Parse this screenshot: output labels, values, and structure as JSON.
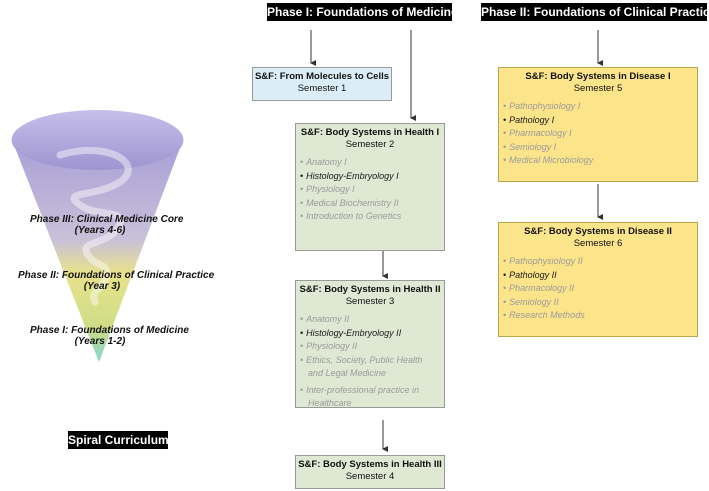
{
  "headers": {
    "phase1": "Phase I: Foundations of Medicine",
    "phase2": "Phase II: Foundations of Clinical Practice"
  },
  "cone": {
    "labels": [
      {
        "title": "Phase III: Clinical Medicine Core",
        "years": "(Years 4-6)"
      },
      {
        "title": "Phase II: Foundations of Clinical Practice",
        "years": "(Year 3)"
      },
      {
        "title": "Phase I: Foundations of Medicine",
        "years": "(Years 1-2)"
      }
    ],
    "caption": "Spiral Curriculum",
    "colors": {
      "top": "#a89fd8",
      "middle": "#e6e08c",
      "bottom": "#7fd6d2"
    }
  },
  "modules": {
    "m1": {
      "title": "S&F: From Molecules to Cells",
      "semester": "Semester 1",
      "items": []
    },
    "m2": {
      "title": "S&F: Body Systems in Health I",
      "semester": "Semester 2",
      "items": [
        "Anatomy I",
        "Histology-Embryology I",
        "Physiology I",
        "Medical Biochemistry II",
        "Introduction to Genetics"
      ]
    },
    "m3": {
      "title": "S&F: Body Systems in Health II",
      "semester": "Semester 3",
      "items": [
        "Anatomy II",
        "Histology-Embryology II",
        "Physiology II",
        "Ethics, Society, Public Health",
        "and Legal Medicine",
        "Inter-professional practice in",
        "Healthcare"
      ]
    },
    "m4": {
      "title": "S&F: Body Systems in Health III",
      "semester": "Semester 4",
      "items": []
    },
    "m5": {
      "title": "S&F: Body Systems in Disease I",
      "semester": "Semester 5",
      "items": [
        "Pathophysiology I",
        "Pathology I",
        "Pharmacology I",
        "Semiology I",
        "Medical Microbiology"
      ]
    },
    "m6": {
      "title": "S&F: Body Systems in Disease II",
      "semester": "Semester 6",
      "items": [
        "Pathophysiology II",
        "Pathology II",
        "Pharmacology II",
        "Semiology II",
        "Research Methods"
      ]
    }
  }
}
